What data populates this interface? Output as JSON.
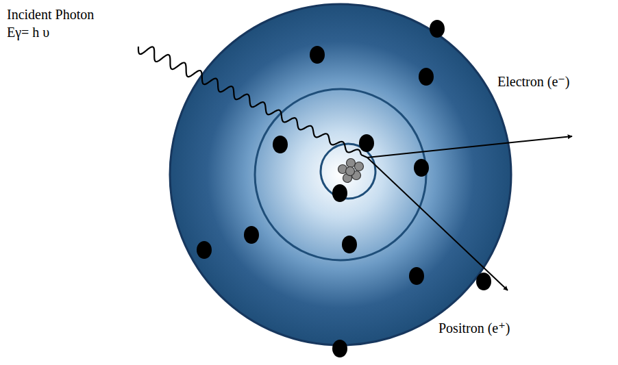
{
  "diagram": {
    "labels": [
      "Incident Photon",
      "Eγ= h υ",
      "Electron (e⁻)",
      "Positron (e⁺)"
    ]
  }
}
